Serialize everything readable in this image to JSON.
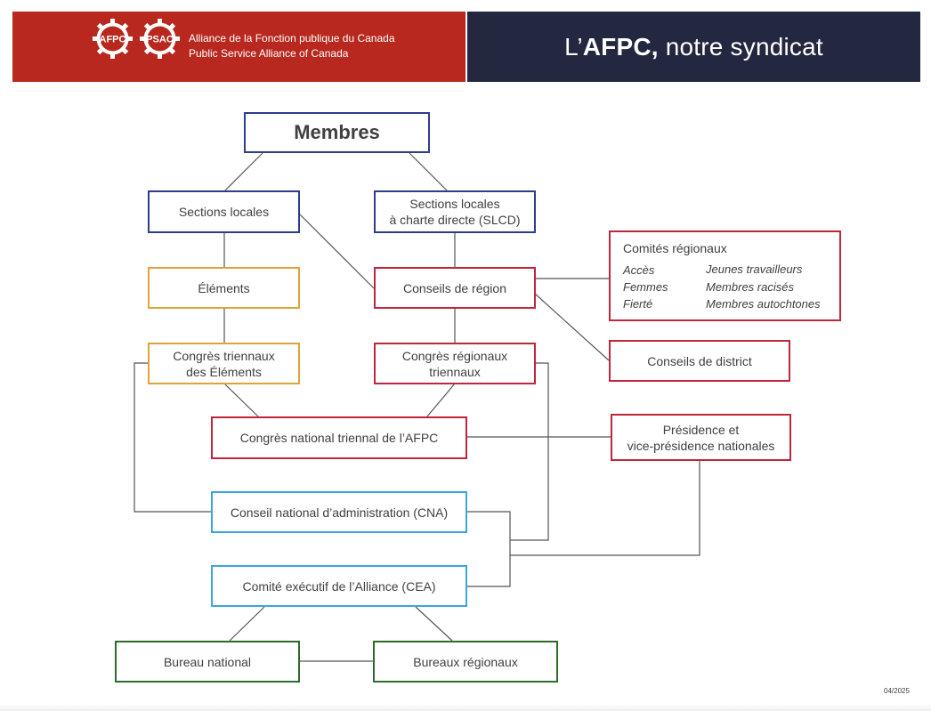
{
  "header": {
    "logo_left_text": "AFPC",
    "logo_right_text": "PSAC",
    "org_name_fr": "Alliance de la Fonction publique du Canada",
    "org_name_en": "Public Service Alliance of Canada",
    "title_lead": "L’",
    "title_strong": "AFPC,",
    "title_rest": " notre syndicat",
    "colors": {
      "left_bg": "#b8281e",
      "right_bg": "#23273f"
    }
  },
  "diagram": {
    "members": "Membres",
    "sections_locales": "Sections locales",
    "slcd_line1": "Sections locales",
    "slcd_line2": "à charte directe (SLCD)",
    "elements": "Éléments",
    "conseils_region": "Conseils de région",
    "congres_elements_line1": "Congrès triennaux",
    "congres_elements_line2": "des Éléments",
    "congres_regionaux_line1": "Congrès régionaux",
    "congres_regionaux_line2": "triennaux",
    "conseils_district": "Conseils de district",
    "congres_national": "Congrès national triennal de l’AFPC",
    "presidence_line1": "Présidence et",
    "presidence_line2": "vice-présidence nationales",
    "cna": "Conseil national d’administration (CNA)",
    "cea": "Comité exécutif de l’Alliance (CEA)",
    "bureau_national": "Bureau national",
    "bureaux_regionaux": "Bureaux régionaux",
    "comites_regionaux": {
      "title": "Comités régionaux",
      "left": [
        "Accès",
        "Femmes",
        "Fierté"
      ],
      "right": [
        "Jeunes travailleurs",
        "Membres racisés",
        "Membres autochtones"
      ]
    },
    "colors": {
      "blue": "#2e3b8f",
      "orange": "#e0a23a",
      "red": "#c0263b",
      "cyan": "#3aa6dc",
      "green": "#2f6b2a",
      "line": "#555555"
    }
  },
  "footer": {
    "date": "04/2025"
  }
}
